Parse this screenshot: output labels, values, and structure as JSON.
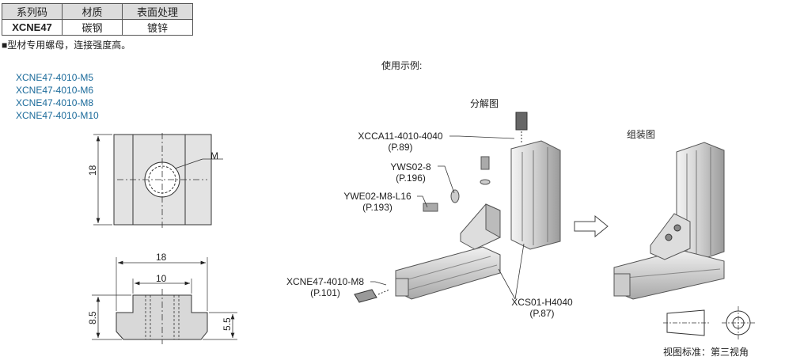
{
  "spec_table": {
    "headers": [
      "系列码",
      "材质",
      "表面处理"
    ],
    "row": [
      "XCNE47",
      "碳钢",
      "镀锌"
    ]
  },
  "note": "■型材专用螺母，连接强度高。",
  "models": [
    "XCNE47-4010-M5",
    "XCNE47-4010-M6",
    "XCNE47-4010-M8",
    "XCNE47-4010-M10"
  ],
  "drawing": {
    "dim_height_top": "18",
    "thread_label": "M",
    "dim_width_total": "18",
    "dim_width_inner": "10",
    "dim_height_total": "8.5",
    "dim_height_base": "5.5"
  },
  "example": {
    "title": "使用示例:",
    "exploded_title": "分解图",
    "assembled_title": "组装图",
    "parts": [
      {
        "code": "XCCA11-4010-4040",
        "page": "(P.89)"
      },
      {
        "code": "YWS02-8",
        "page": "(P.196)"
      },
      {
        "code": "YWE02-M8-L16",
        "page": "(P.193)"
      },
      {
        "code": "XCNE47-4010-M8",
        "page": "(P.101)"
      },
      {
        "code": "XCS01-H4040",
        "page": "(P.87)"
      }
    ],
    "projection_note": "视图标准：第三视角"
  }
}
